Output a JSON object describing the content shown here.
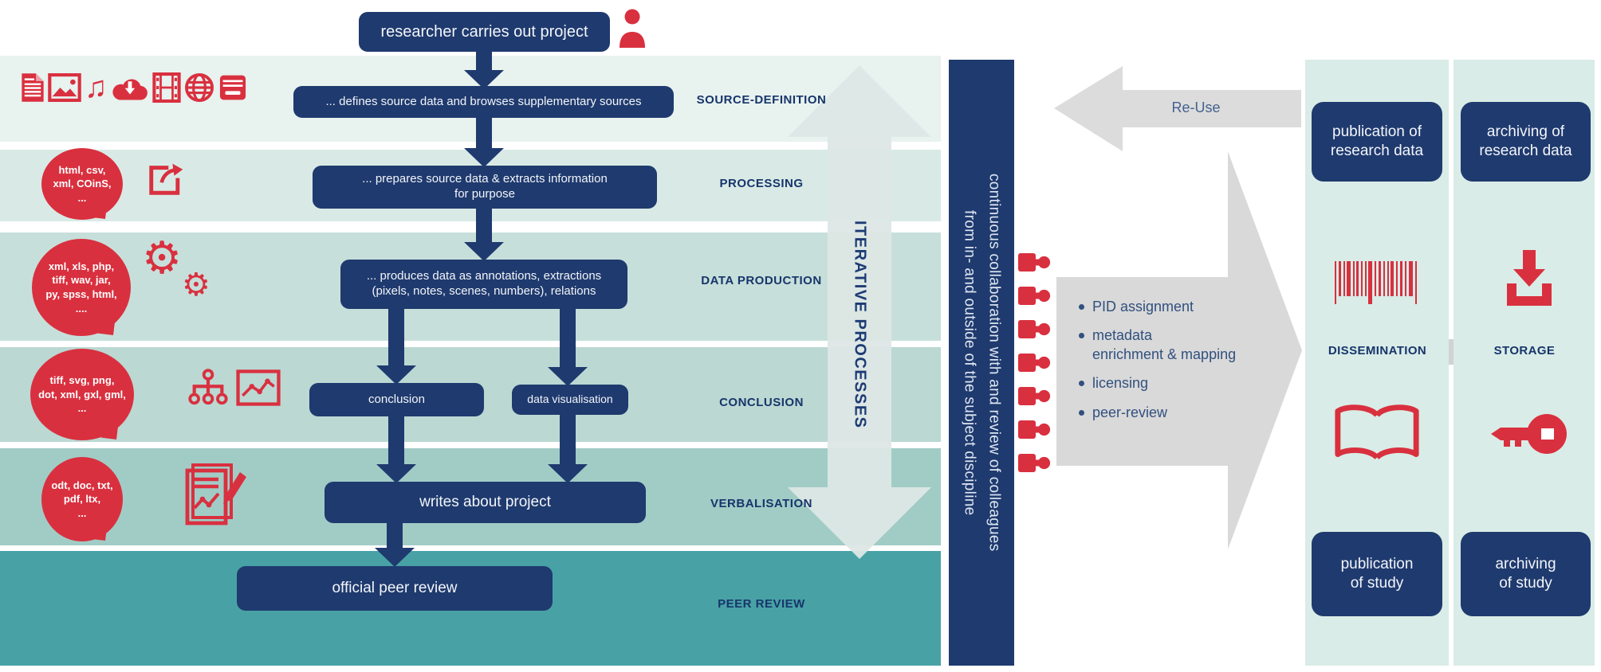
{
  "colors": {
    "navy": "#1f3a6e",
    "red": "#d9303f",
    "gray_arrow": "#d9d9d9",
    "iterative_arrow": "#dde7e5",
    "panel_mint": "#d9ece7",
    "bands": [
      "#e8f2ef",
      "#d9eae6",
      "#c7dfda",
      "#bbd8d3",
      "#a1ccc6",
      "#48a2a5"
    ]
  },
  "researcher": {
    "label": "researcher carries out project"
  },
  "stages": [
    {
      "label": "SOURCE-DEFINITION"
    },
    {
      "label": "PROCESSING"
    },
    {
      "label": "DATA PRODUCTION"
    },
    {
      "label": "CONCLUSION"
    },
    {
      "label": "VERBALISATION"
    },
    {
      "label": "PEER REVIEW"
    }
  ],
  "flow": {
    "defines": "... defines source data and browses supplementary sources",
    "prepares": "... prepares source data & extracts information\nfor purpose",
    "produces": "... produces data as annotations, extractions\n(pixels, notes, scenes, numbers), relations",
    "conclusion": "conclusion",
    "data_visualisation": "data visualisation",
    "writes": "writes about project",
    "official_peer_review": "official peer review"
  },
  "iterative_processes_label": "ITERATIVE PROCESSES",
  "formats": {
    "processing": "html, csv,\nxml, COinS,\n...",
    "data_production": "xml, xls, php,\ntiff, wav, jar,\npy, spss, html,\n....",
    "conclusion": "tiff, svg, png,\ndot, xml, gxl, gml,\n...",
    "verbalisation": "odt, doc, txt,\npdf, ltx,\n..."
  },
  "source_icons": [
    "document-icon",
    "image-icon",
    "music-icon",
    "cloud-download-icon",
    "film-icon",
    "globe-icon",
    "archive-icon"
  ],
  "collaboration_bar": {
    "line1": "continuous collaboration with and review of colleagues",
    "line2": "from in- and outside of the subject discipline"
  },
  "reuse_arrow_label": "Re-Use",
  "curation": {
    "items": [
      "PID assignment",
      "metadata\nenrichment & mapping",
      "licensing",
      "peer-review"
    ]
  },
  "dissemination": {
    "label": "DISSEMINATION",
    "top_box": "publication of\nresearch data",
    "bottom_box": "publication\nof study"
  },
  "storage": {
    "label": "STORAGE",
    "top_box": "archiving of\nresearch data",
    "bottom_box": "archiving\nof study"
  }
}
